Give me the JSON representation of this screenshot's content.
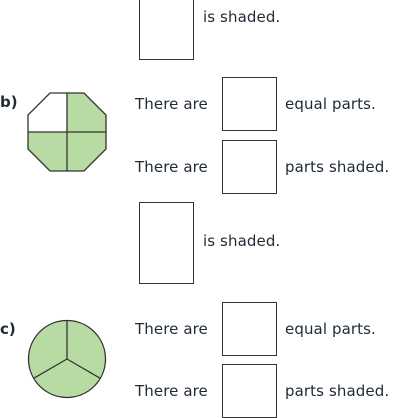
{
  "section_top": {
    "shaded_text": "is shaded."
  },
  "section_b": {
    "label": "b)",
    "line1_prefix": "There are",
    "line1_suffix": "equal parts.",
    "line2_prefix": "There are",
    "line2_suffix": "parts shaded.",
    "shaded_text": "is shaded.",
    "shape": "octagon",
    "parts_total": 4,
    "parts_shaded": 3,
    "shade_color": "#b8dba3"
  },
  "section_c": {
    "label": "c)",
    "line1_prefix": "There are",
    "line1_suffix": "equal parts.",
    "line2_prefix": "There are",
    "line2_suffix": "parts shaded.",
    "shape": "circle",
    "parts_total": 3,
    "parts_shaded": 3,
    "shade_color": "#b8dba3"
  }
}
